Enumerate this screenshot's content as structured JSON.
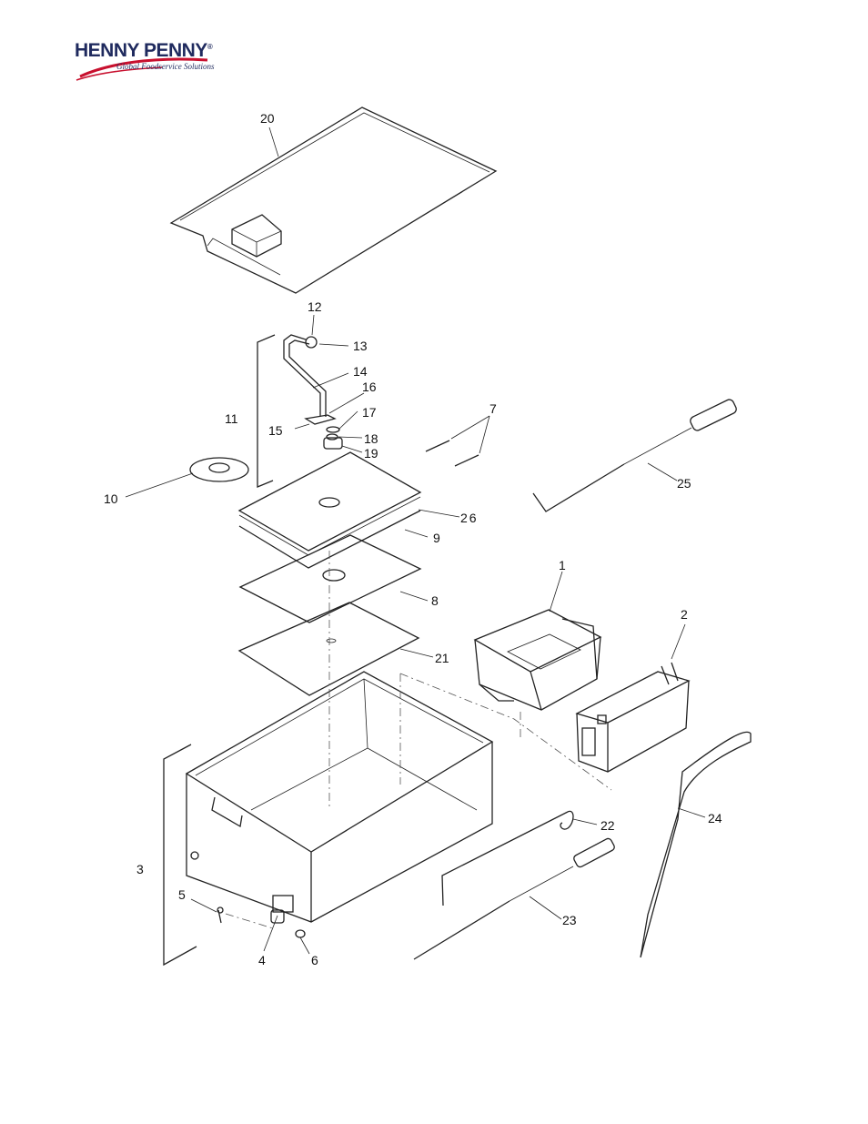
{
  "brand": {
    "name": "HENNY PENNY",
    "registered_mark": "®",
    "tagline": "Global Foodservice Solutions"
  },
  "callouts": [
    "1",
    "2",
    "3",
    "4",
    "5",
    "6",
    "7",
    "8",
    "9",
    "10",
    "11",
    "12",
    "13",
    "14",
    "15",
    "16",
    "17",
    "18",
    "19",
    "20",
    "21",
    "22",
    "23",
    "24",
    "25",
    "26"
  ]
}
